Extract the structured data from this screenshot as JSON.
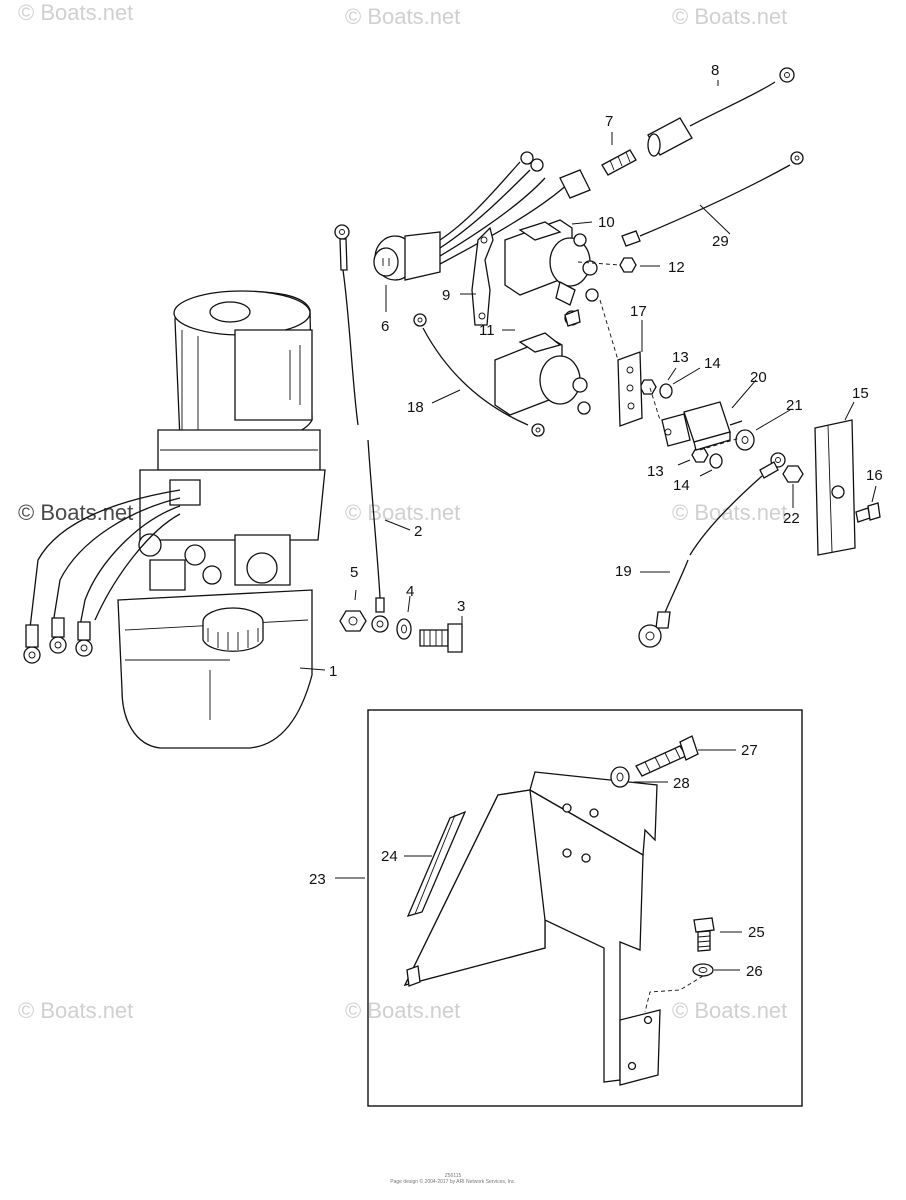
{
  "watermarks": {
    "text": "© Boats.net"
  },
  "callouts": [
    "1",
    "2",
    "3",
    "4",
    "5",
    "6",
    "7",
    "8",
    "9",
    "10",
    "11",
    "12",
    "13",
    "13",
    "14",
    "14",
    "15",
    "16",
    "17",
    "18",
    "19",
    "20",
    "21",
    "22",
    "23",
    "24",
    "25",
    "26",
    "27",
    "28",
    "29"
  ],
  "footer": {
    "line1": "Z56115",
    "line2": "Page design © 2004-2017 by ARI Network Services, Inc."
  }
}
